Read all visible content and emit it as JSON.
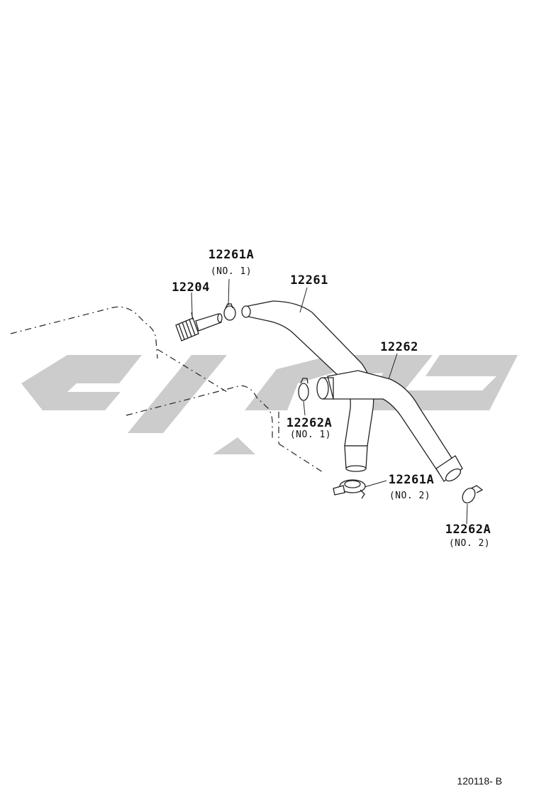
{
  "colors": {
    "line": "#222222",
    "watermark": "#c8c8c8",
    "background": "#ffffff"
  },
  "parts": [
    {
      "id": "12261A",
      "note": "(NO. 1)"
    },
    {
      "id": "12204"
    },
    {
      "id": "12261"
    },
    {
      "id": "12262"
    },
    {
      "id": "12262A",
      "note": "(NO. 1)"
    },
    {
      "id": "12261A",
      "note": "(NO. 2)"
    },
    {
      "id": "12262A",
      "note": "(NO. 2)"
    }
  ],
  "figure_code": "120118- B"
}
